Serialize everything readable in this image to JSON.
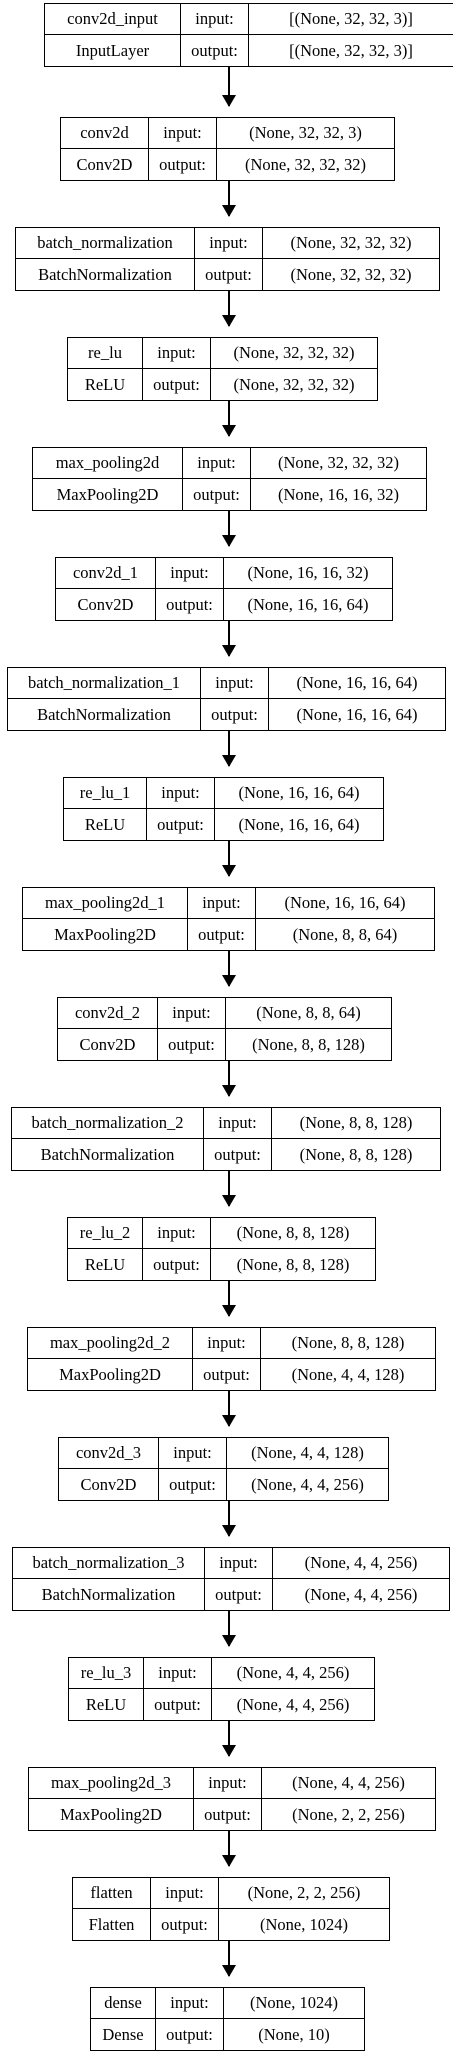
{
  "layers": [
    {
      "name": "conv2d_input",
      "class": "InputLayer",
      "in_label": "input:",
      "out_label": "output:",
      "input": "[(None, 32, 32, 3)]",
      "output": "[(None, 32, 32, 3)]"
    },
    {
      "name": "conv2d",
      "class": "Conv2D",
      "in_label": "input:",
      "out_label": "output:",
      "input": "(None, 32, 32, 3)",
      "output": "(None, 32, 32, 32)"
    },
    {
      "name": "batch_normalization",
      "class": "BatchNormalization",
      "in_label": "input:",
      "out_label": "output:",
      "input": "(None, 32, 32, 32)",
      "output": "(None, 32, 32, 32)"
    },
    {
      "name": "re_lu",
      "class": "ReLU",
      "in_label": "input:",
      "out_label": "output:",
      "input": "(None, 32, 32, 32)",
      "output": "(None, 32, 32, 32)"
    },
    {
      "name": "max_pooling2d",
      "class": "MaxPooling2D",
      "in_label": "input:",
      "out_label": "output:",
      "input": "(None, 32, 32, 32)",
      "output": "(None, 16, 16, 32)"
    },
    {
      "name": "conv2d_1",
      "class": "Conv2D",
      "in_label": "input:",
      "out_label": "output:",
      "input": "(None, 16, 16, 32)",
      "output": "(None, 16, 16, 64)"
    },
    {
      "name": "batch_normalization_1",
      "class": "BatchNormalization",
      "in_label": "input:",
      "out_label": "output:",
      "input": "(None, 16, 16, 64)",
      "output": "(None, 16, 16, 64)"
    },
    {
      "name": "re_lu_1",
      "class": "ReLU",
      "in_label": "input:",
      "out_label": "output:",
      "input": "(None, 16, 16, 64)",
      "output": "(None, 16, 16, 64)"
    },
    {
      "name": "max_pooling2d_1",
      "class": "MaxPooling2D",
      "in_label": "input:",
      "out_label": "output:",
      "input": "(None, 16, 16, 64)",
      "output": "(None, 8, 8, 64)"
    },
    {
      "name": "conv2d_2",
      "class": "Conv2D",
      "in_label": "input:",
      "out_label": "output:",
      "input": "(None, 8, 8, 64)",
      "output": "(None, 8, 8, 128)"
    },
    {
      "name": "batch_normalization_2",
      "class": "BatchNormalization",
      "in_label": "input:",
      "out_label": "output:",
      "input": "(None, 8, 8, 128)",
      "output": "(None, 8, 8, 128)"
    },
    {
      "name": "re_lu_2",
      "class": "ReLU",
      "in_label": "input:",
      "out_label": "output:",
      "input": "(None, 8, 8, 128)",
      "output": "(None, 8, 8, 128)"
    },
    {
      "name": "max_pooling2d_2",
      "class": "MaxPooling2D",
      "in_label": "input:",
      "out_label": "output:",
      "input": "(None, 8, 8, 128)",
      "output": "(None, 4, 4, 128)"
    },
    {
      "name": "conv2d_3",
      "class": "Conv2D",
      "in_label": "input:",
      "out_label": "output:",
      "input": "(None, 4, 4, 128)",
      "output": "(None, 4, 4, 256)"
    },
    {
      "name": "batch_normalization_3",
      "class": "BatchNormalization",
      "in_label": "input:",
      "out_label": "output:",
      "input": "(None, 4, 4, 256)",
      "output": "(None, 4, 4, 256)"
    },
    {
      "name": "re_lu_3",
      "class": "ReLU",
      "in_label": "input:",
      "out_label": "output:",
      "input": "(None, 4, 4, 256)",
      "output": "(None, 4, 4, 256)"
    },
    {
      "name": "max_pooling2d_3",
      "class": "MaxPooling2D",
      "in_label": "input:",
      "out_label": "output:",
      "input": "(None, 4, 4, 256)",
      "output": "(None, 2, 2, 256)"
    },
    {
      "name": "flatten",
      "class": "Flatten",
      "in_label": "input:",
      "out_label": "output:",
      "input": "(None, 2, 2, 256)",
      "output": "(None, 1024)"
    },
    {
      "name": "dense",
      "class": "Dense",
      "in_label": "input:",
      "out_label": "output:",
      "input": "(None, 1024)",
      "output": "(None, 10)"
    }
  ]
}
